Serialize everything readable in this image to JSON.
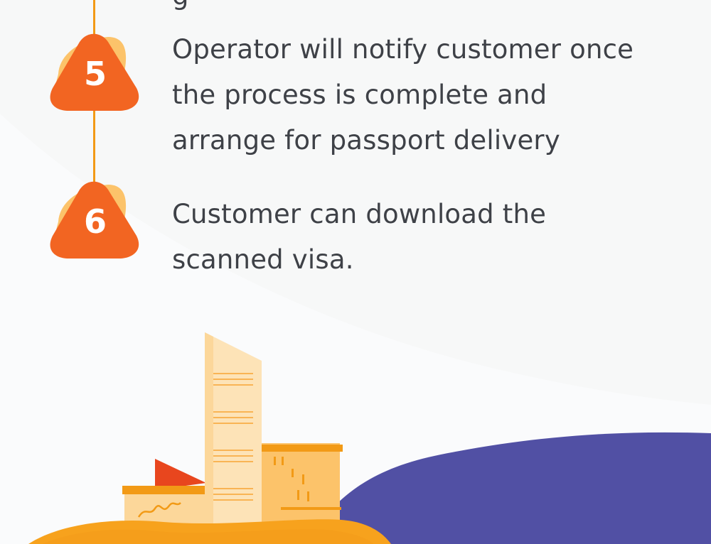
{
  "colors": {
    "accent": "#F26522",
    "badge_back": "#FCC36A",
    "timeline": "#F29A16",
    "wave_purple": "#5150A4",
    "text": "#3E4147"
  },
  "previous_step_fragment": "g",
  "steps": [
    {
      "number": "5",
      "text_lines": [
        "Operator will notify customer once",
        "the process is complete and",
        "arrange for passport delivery"
      ]
    },
    {
      "number": "6",
      "text_lines": [
        "Customer can download the",
        "scanned visa."
      ]
    }
  ],
  "illustration": {
    "icon": "city-buildings-illustration"
  }
}
